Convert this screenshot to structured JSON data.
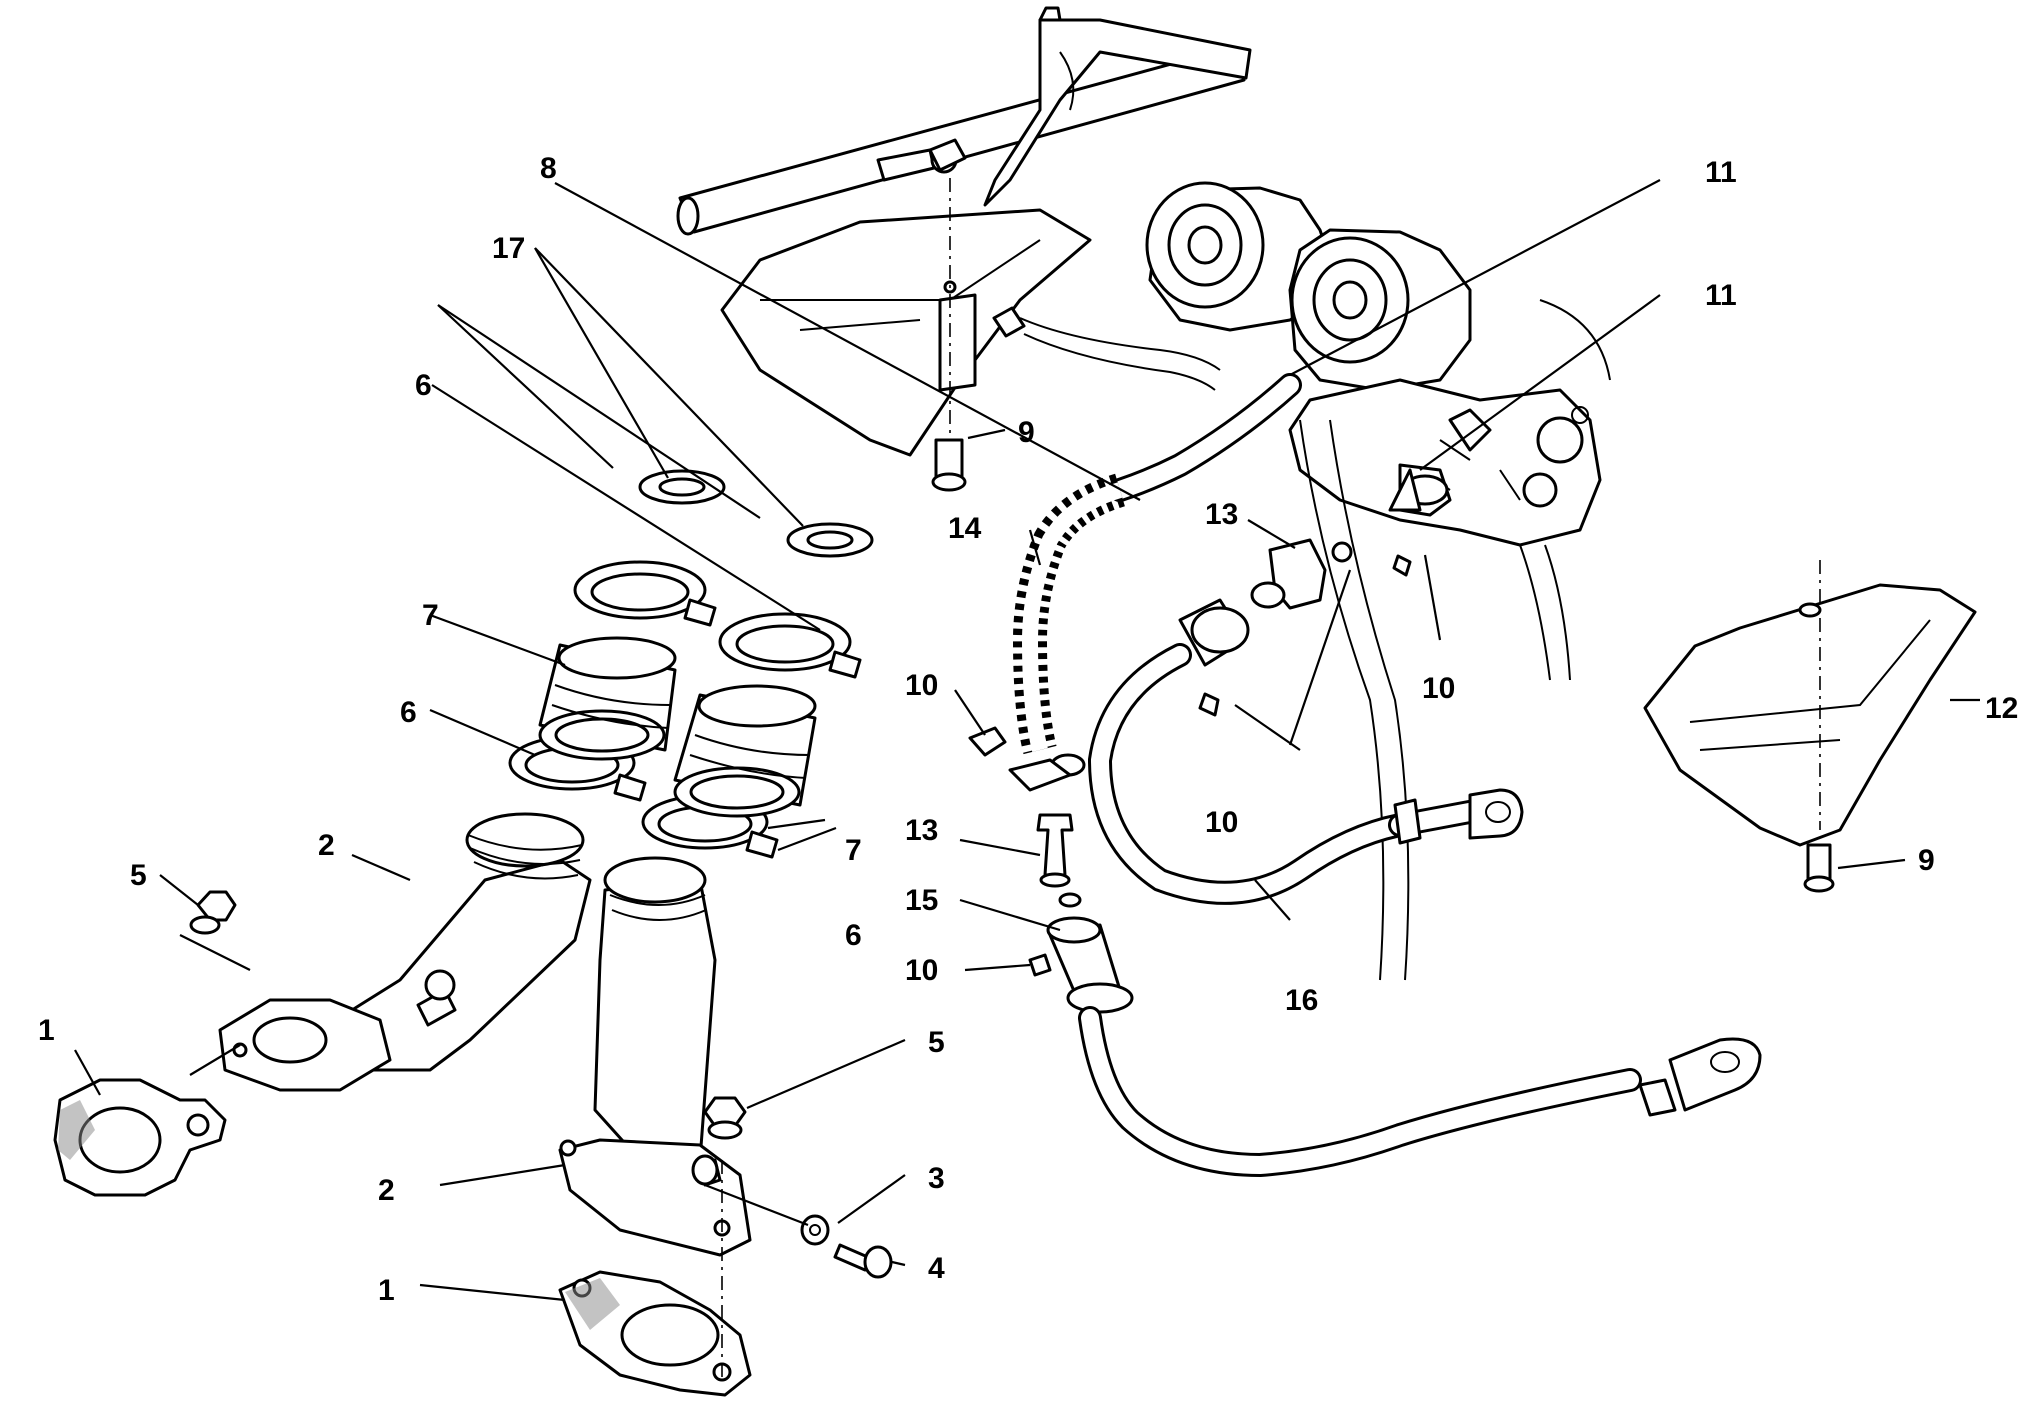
{
  "callouts": {
    "c1a": "1",
    "c1b": "1",
    "c2a": "2",
    "c2b": "2",
    "c3": "3",
    "c4": "4",
    "c5a": "5",
    "c5b": "5",
    "c6a": "6",
    "c6b": "6",
    "c6c": "6",
    "c7a": "7",
    "c7b": "7",
    "c8": "8",
    "c9a": "9",
    "c9b": "9",
    "c10a": "10",
    "c10b": "10",
    "c10c": "10",
    "c10d": "10",
    "c11a": "11",
    "c11b": "11",
    "c12": "12",
    "c13a": "13",
    "c13b": "13",
    "c14": "14",
    "c15": "15",
    "c16": "16",
    "c17": "17"
  }
}
